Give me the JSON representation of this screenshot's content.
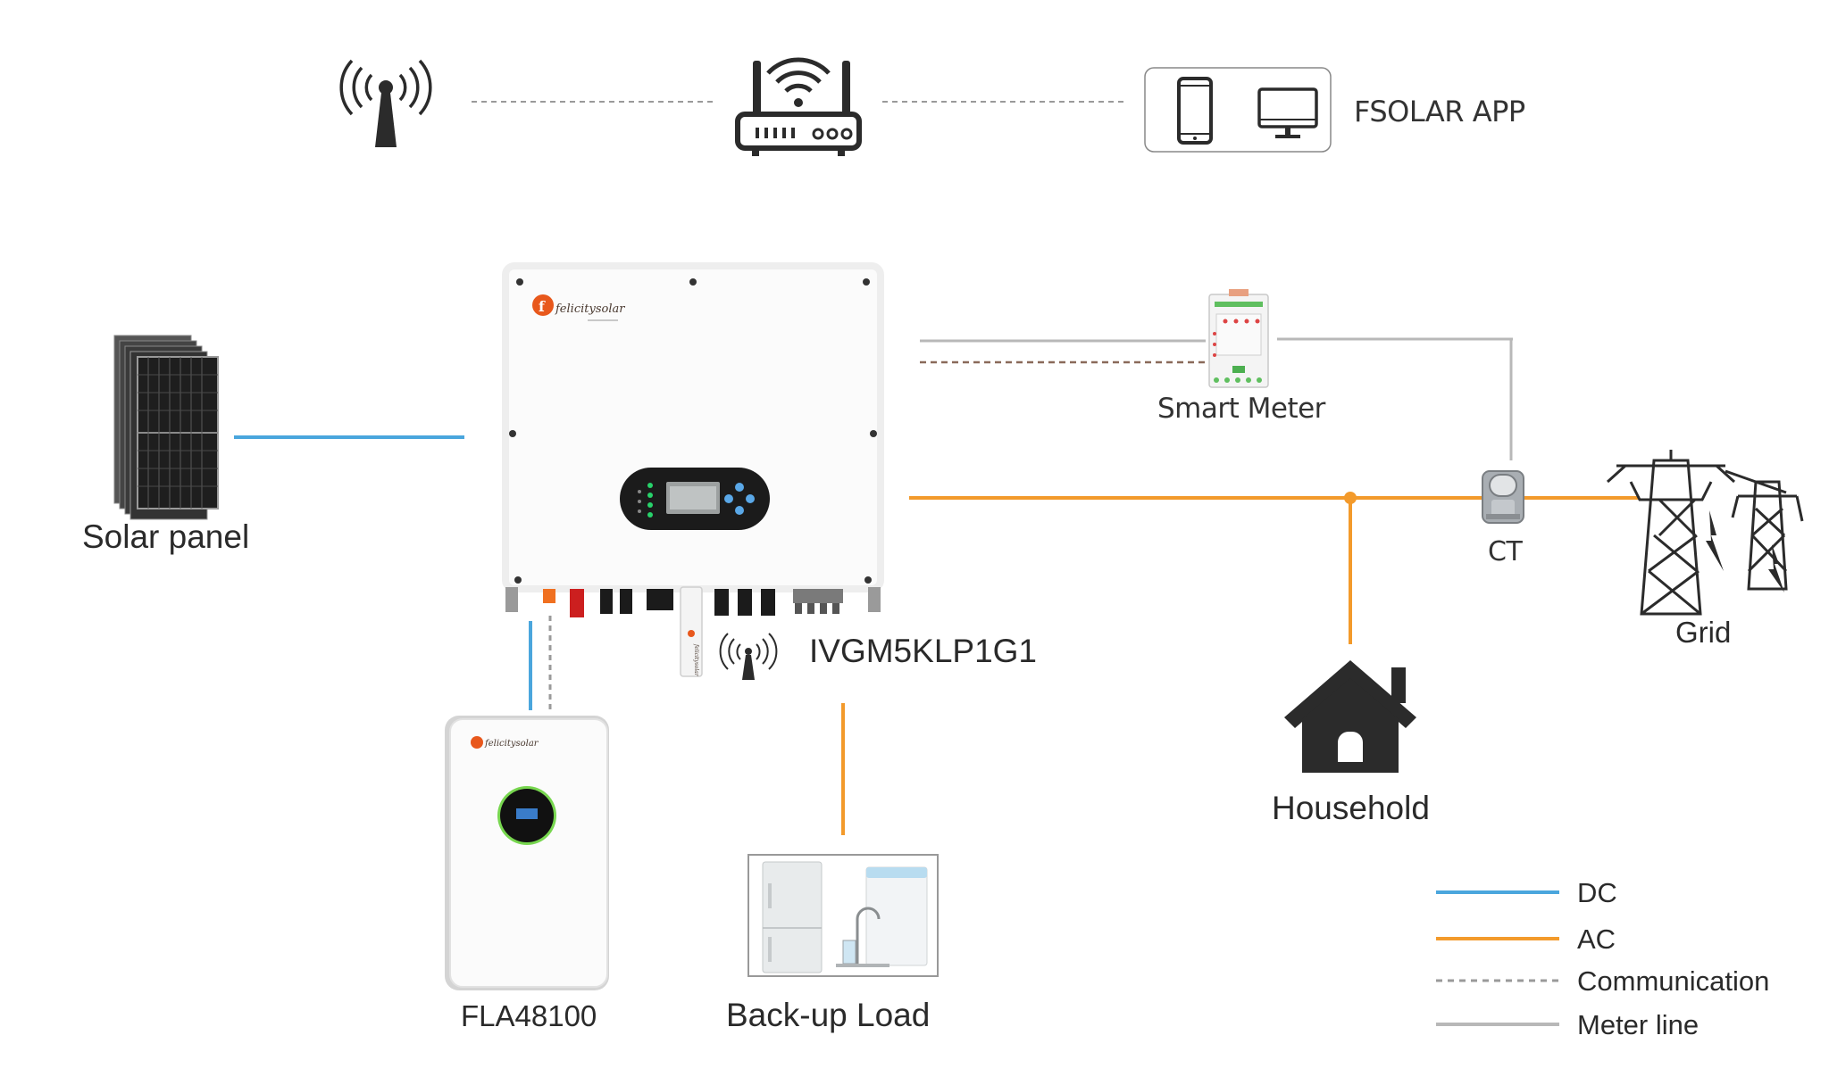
{
  "labels": {
    "app": "FSOLAR APP",
    "solar_panel": "Solar panel",
    "smart_meter": "Smart Meter",
    "ct": "CT",
    "grid": "Grid",
    "inverter_model": "IVGM5KLP1G1",
    "battery": "FLA48100",
    "backup_load": "Back-up Load",
    "household": "Household",
    "brand": "felicitysolar",
    "brand_f": "f",
    "battery_brand": "felicitysolar",
    "dongle_brand": "felicitysolar"
  },
  "legend": [
    {
      "label": "DC",
      "color": "#4aa6dd",
      "style": "solid"
    },
    {
      "label": "AC",
      "color": "#f39a2b",
      "style": "solid"
    },
    {
      "label": "Communication",
      "color": "#9a9a9a",
      "style": "dashed"
    },
    {
      "label": "Meter line",
      "color": "#b8b8b8",
      "style": "solid"
    }
  ],
  "colors": {
    "dc": "#4aa6dd",
    "ac": "#f39a2b",
    "communication": "#9a9a9a",
    "meter_line": "#b8b8b8",
    "brand": "#e8581c",
    "icon_dark": "#2b2b2b"
  },
  "icons": [
    "antenna-icon",
    "router-icon",
    "phone-icon",
    "monitor-icon",
    "house-icon",
    "pylon-icon"
  ]
}
